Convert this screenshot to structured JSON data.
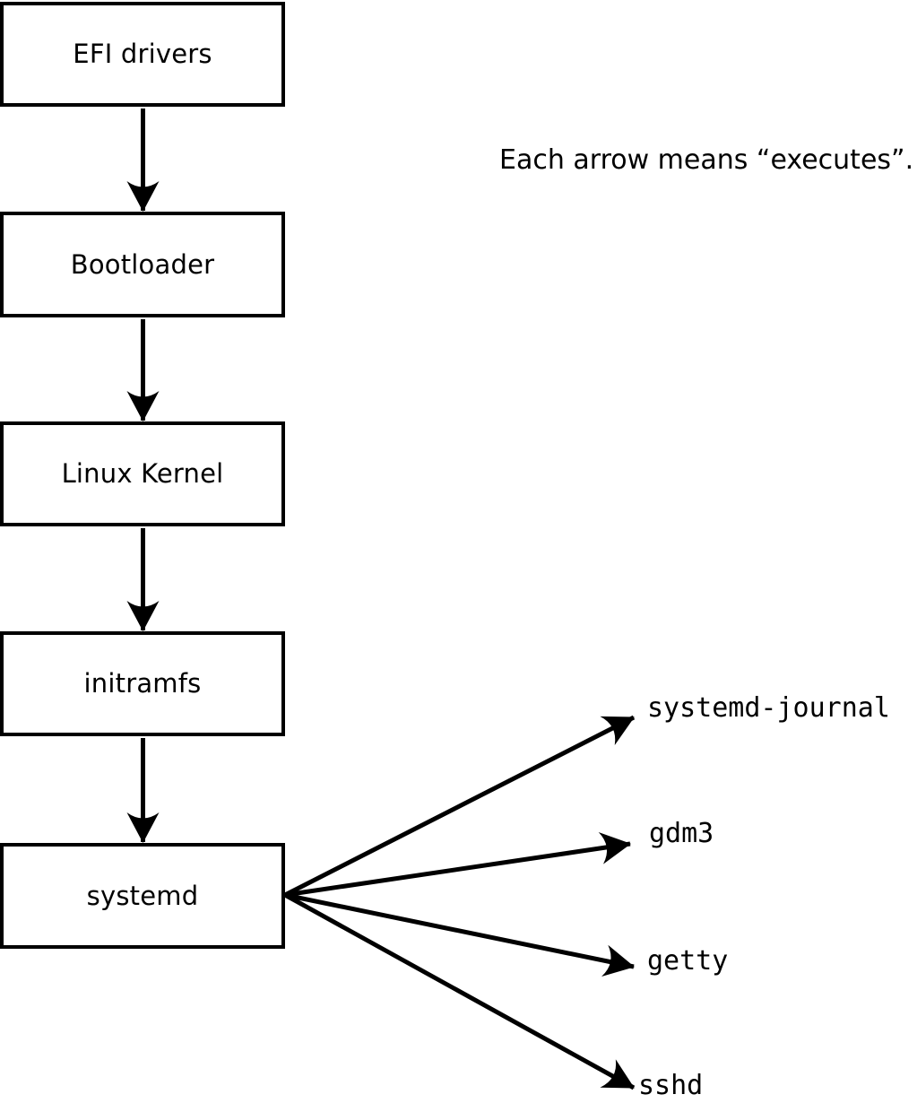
{
  "note": "Each arrow means “executes”.",
  "arrow_meaning": "executes",
  "boot_chain": [
    {
      "label": "EFI drivers"
    },
    {
      "label": "Bootloader"
    },
    {
      "label": "Linux Kernel"
    },
    {
      "label": "initramfs"
    },
    {
      "label": "systemd"
    }
  ],
  "spawned_services": [
    {
      "label": "systemd-journal"
    },
    {
      "label": "gdm3"
    },
    {
      "label": "getty"
    },
    {
      "label": "sshd"
    }
  ],
  "colors": {
    "foreground": "#000000",
    "background": "#ffffff"
  }
}
